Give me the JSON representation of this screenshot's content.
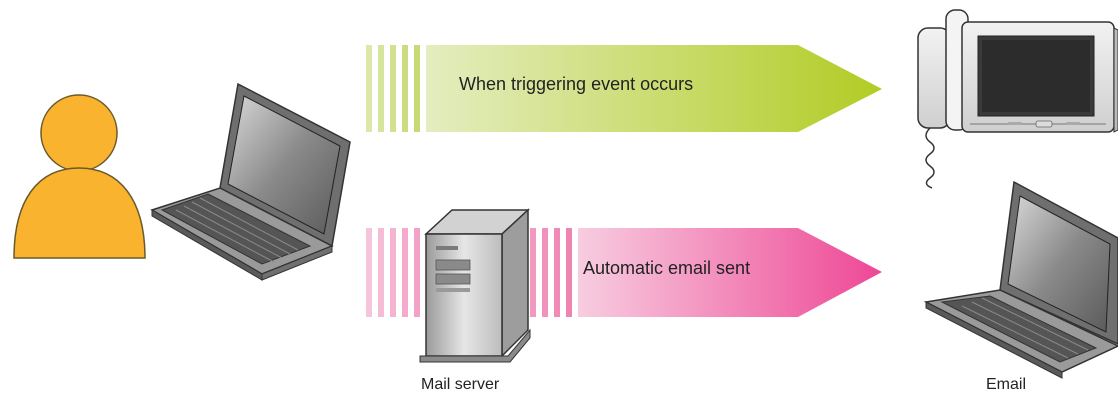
{
  "arrows": {
    "top_label": "When triggering event occurs",
    "bottom_label": "Automatic email sent",
    "top_color": "#b5cf2a",
    "bottom_color": "#ee4f97"
  },
  "labels": {
    "mail_server": "Mail server",
    "email": "Email"
  },
  "icons": [
    "person-icon",
    "laptop-icon",
    "mail-server-icon",
    "video-intercom-monitor-icon",
    "laptop-icon"
  ],
  "colors": {
    "person": "#f9b32e",
    "laptop_body": "#7a7a7a",
    "laptop_screen": "#3a3a3a"
  }
}
